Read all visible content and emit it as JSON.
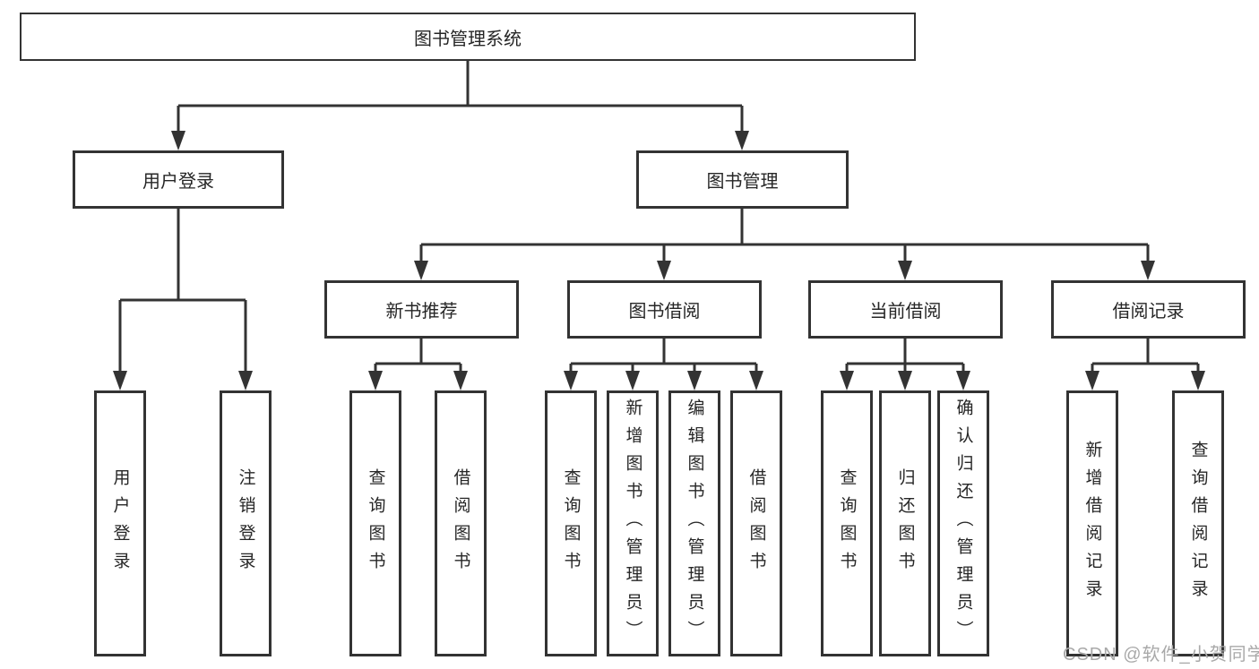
{
  "diagram": {
    "root": {
      "label": "图书管理系统"
    },
    "level2": [
      {
        "label": "用户登录"
      },
      {
        "label": "图书管理"
      }
    ],
    "level3": [
      {
        "label": "新书推荐"
      },
      {
        "label": "图书借阅"
      },
      {
        "label": "当前借阅"
      },
      {
        "label": "借阅记录"
      }
    ],
    "leaves": {
      "user_login": [
        {
          "label": "用户登录"
        },
        {
          "label": "注销登录"
        }
      ],
      "new_book_recommend": [
        {
          "label": "查询图书"
        },
        {
          "label": "借阅图书"
        }
      ],
      "book_borrow": [
        {
          "label": "查询图书"
        },
        {
          "label": "新增图书（管理员）"
        },
        {
          "label": "编辑图书（管理员）"
        },
        {
          "label": "借阅图书"
        }
      ],
      "current_borrow": [
        {
          "label": "查询图书"
        },
        {
          "label": "归还图书"
        },
        {
          "label": "确认归还（管理员）"
        }
      ],
      "borrow_records": [
        {
          "label": "新增借阅记录"
        },
        {
          "label": "查询借阅记录"
        }
      ]
    }
  },
  "watermark": {
    "text": "CSDN @软件_小贺同学"
  },
  "colors": {
    "line": "#333333",
    "text": "#262626",
    "watermark": "#a9a9a9",
    "background": "#ffffff"
  }
}
